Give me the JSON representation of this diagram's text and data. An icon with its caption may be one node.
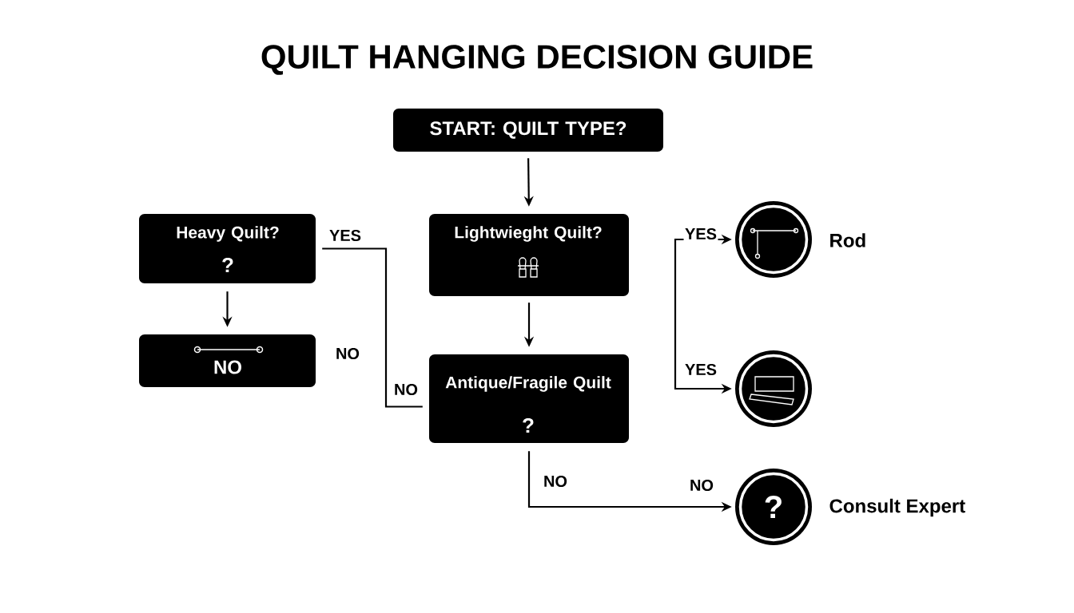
{
  "diagram": {
    "title": "QUILT HANGING DECISION GUIDE",
    "nodes": [
      {
        "text": [
          "START: QUILT TYPE?"
        ]
      },
      {
        "text": [
          "Heavy Quilt?",
          "?"
        ]
      },
      {
        "text": [
          "Lightwieght Quilt?"
        ]
      },
      {
        "text": [
          "NO"
        ]
      },
      {
        "text": [
          "Antique/Fragile Quilt",
          "?"
        ]
      },
      {
        "text": [],
        "shape": "circle",
        "beside": [
          "Rod"
        ]
      },
      {
        "text": [],
        "shape": "circle"
      },
      {
        "text": [
          "?"
        ],
        "beside": [
          "Consult Expert"
        ]
      }
    ],
    "edges": [
      {
        "from": 0,
        "to": 2,
        "arrow": "to"
      },
      {
        "from": 1,
        "to": 3,
        "arrow": "to"
      },
      {
        "from": 2,
        "to": 4,
        "arrow": "to"
      },
      {
        "from": 1,
        "to": 4,
        "arrow": "none",
        "label": "YES"
      },
      {
        "from": 4,
        "to": 7,
        "arrow": "to",
        "label": "NO"
      },
      {
        "from": null,
        "to": 5,
        "arrow": "to",
        "label": "YES"
      },
      {
        "from": null,
        "to": 6,
        "arrow": "to",
        "label": "YES"
      }
    ],
    "labels": [
      "NO",
      "NO",
      "NO"
    ]
  }
}
